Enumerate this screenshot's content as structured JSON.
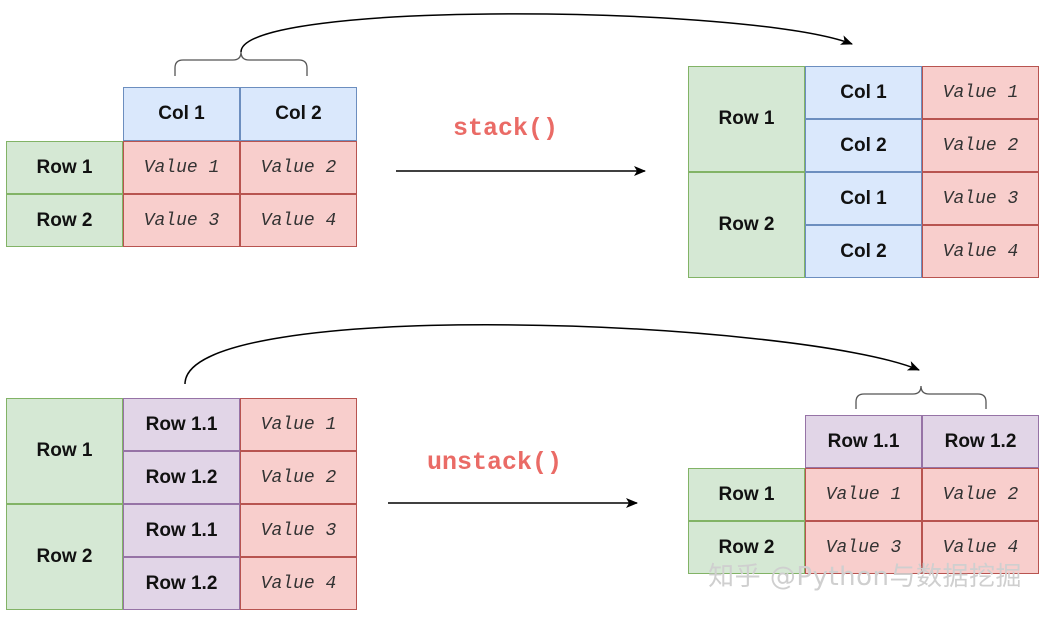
{
  "stack": {
    "operation": "stack()",
    "input": {
      "columns": [
        "Col 1",
        "Col 2"
      ],
      "rows": [
        {
          "label": "Row 1",
          "values": [
            "Value 1",
            "Value 2"
          ]
        },
        {
          "label": "Row 2",
          "values": [
            "Value 3",
            "Value 4"
          ]
        }
      ]
    },
    "output": {
      "outer": [
        "Row 1",
        "Row 2"
      ],
      "inner": [
        "Col 1",
        "Col 2",
        "Col 1",
        "Col 2"
      ],
      "values": [
        "Value 1",
        "Value 2",
        "Value 3",
        "Value 4"
      ]
    }
  },
  "unstack": {
    "operation": "unstack()",
    "input": {
      "outer": [
        "Row 1",
        "Row 2"
      ],
      "inner": [
        "Row 1.1",
        "Row 1.2",
        "Row 1.1",
        "Row 1.2"
      ],
      "values": [
        "Value 1",
        "Value 2",
        "Value 3",
        "Value 4"
      ]
    },
    "output": {
      "columns": [
        "Row 1.1",
        "Row 1.2"
      ],
      "rows": [
        {
          "label": "Row 1",
          "values": [
            "Value 1",
            "Value 2"
          ]
        },
        {
          "label": "Row 2",
          "values": [
            "Value 3",
            "Value 4"
          ]
        }
      ]
    }
  },
  "watermark": "知乎 @Python与数据挖掘",
  "colors": {
    "index_fill": "#d5e8d4",
    "column_fill": "#dae8fc",
    "value_fill": "#f8cecc",
    "subindex_fill": "#e1d5e7",
    "operation_text": "#ea6b66"
  }
}
